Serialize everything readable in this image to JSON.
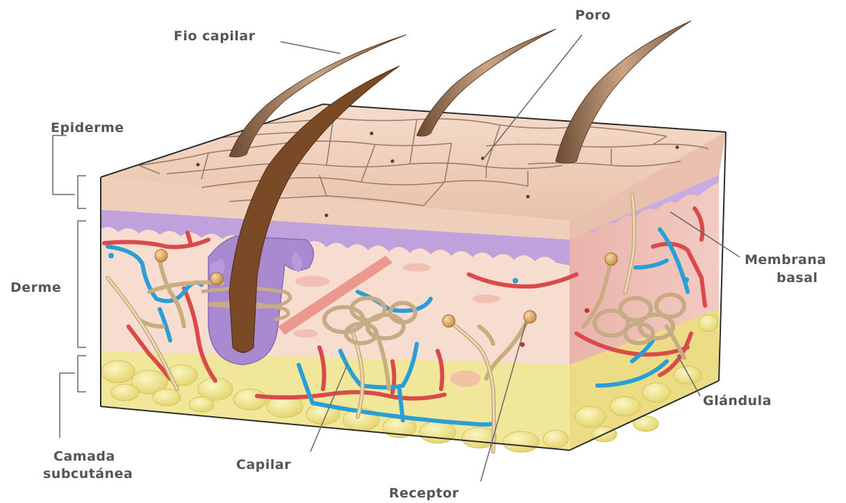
{
  "labels": {
    "hair": "Fio capilar",
    "pore": "Poro",
    "epidermis": "Epiderme",
    "dermis": "Derme",
    "membrane_1": "Membrana",
    "membrane_2": "basal",
    "gland": "Glándula",
    "subcutaneous_1": "Camada",
    "subcutaneous_2": "subcutánea",
    "capillary": "Capilar",
    "receptor": "Receptor"
  },
  "colors": {
    "skin_top": "#f0d2bc",
    "skin_cell_line": "#8a6a58",
    "epidermis_purple": "#b79ad6",
    "dermis": "#f7ddd0",
    "dermis_side": "#eec0b8",
    "fat": "#f1e79a",
    "hair_shaft": "#7a4a2a",
    "hair_light": "#c8a07e",
    "artery": "#d94a4a",
    "vein": "#2a9fd6",
    "nerve": "#dcc6a0",
    "outline": "#2b2b2b",
    "label_text": "#555555",
    "leader_line": "#666666"
  }
}
